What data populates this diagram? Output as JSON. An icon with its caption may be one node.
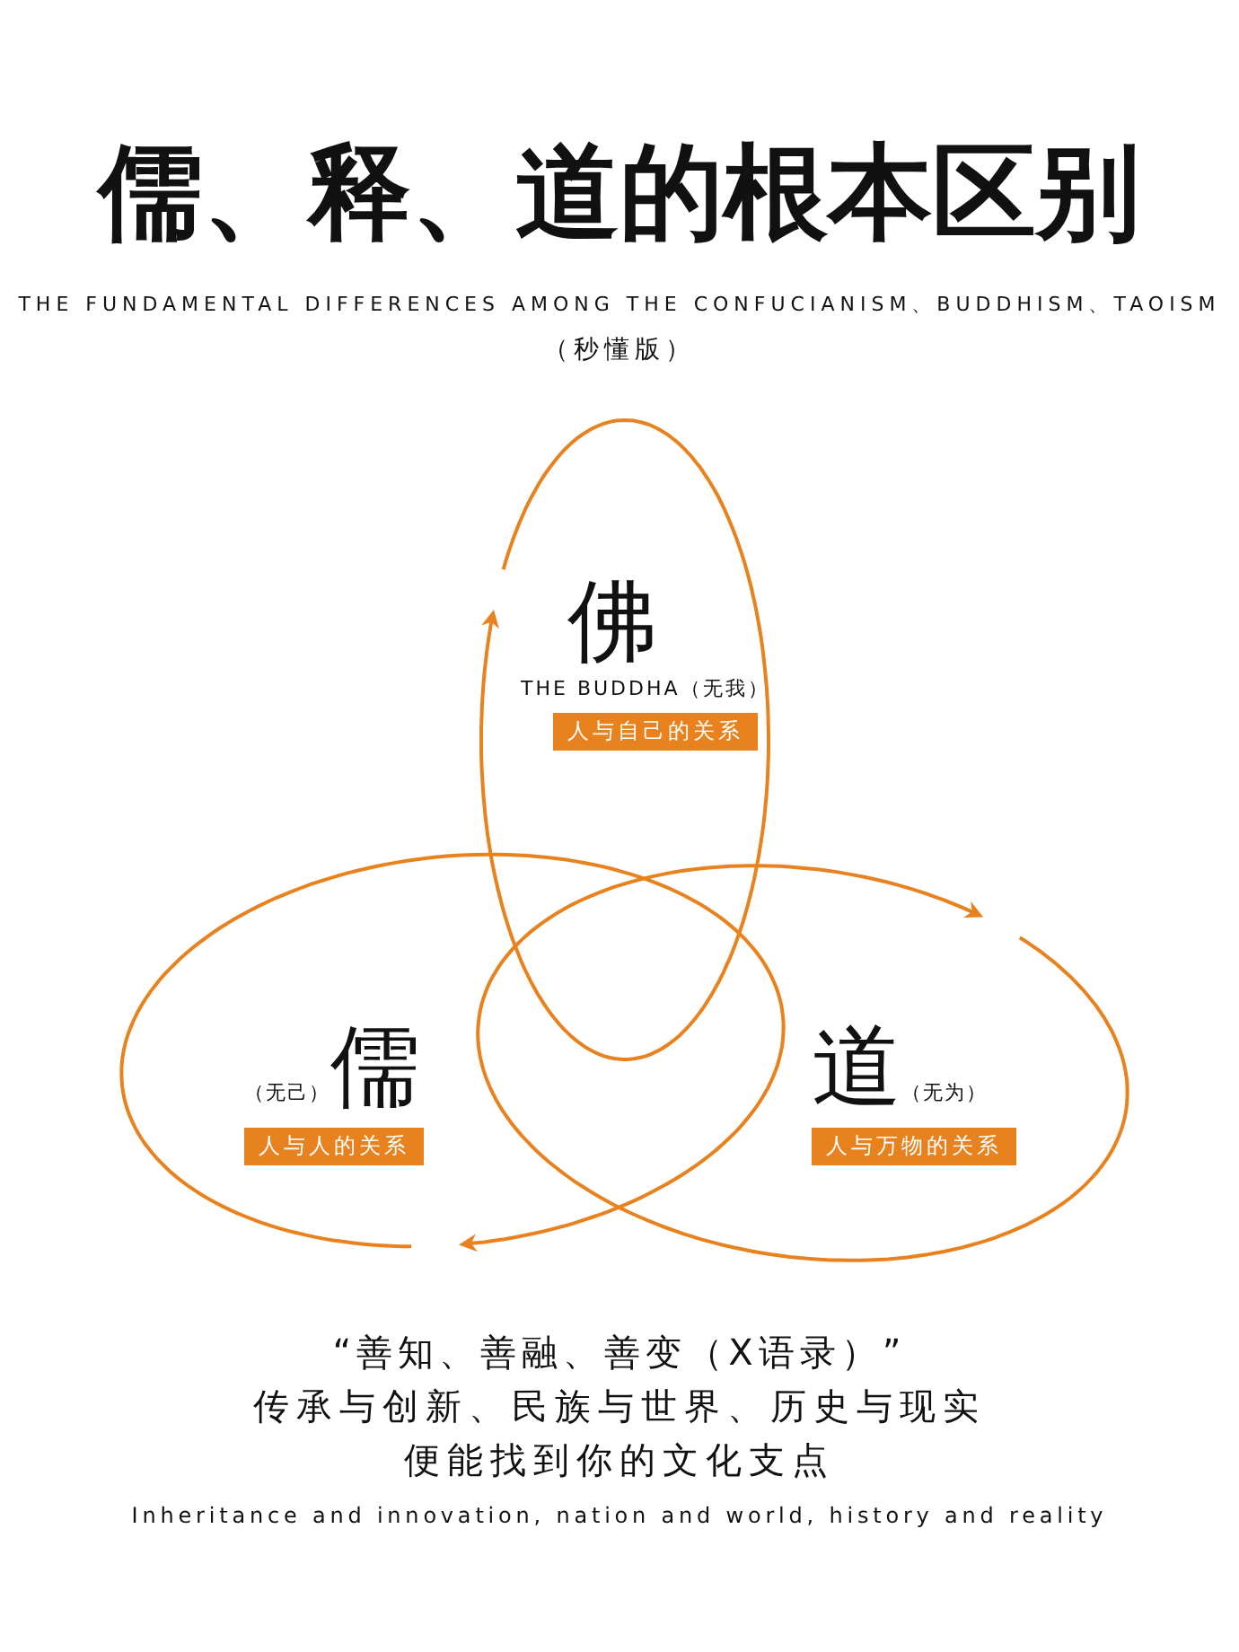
{
  "diagram": {
    "title": "儒、释、道的根本区别",
    "nodes": [
      {
        "text": [
          "佛",
          "THE BUDDHA（无我）",
          "人与自己的关系"
        ]
      },
      {
        "text": [
          "（无己）",
          "儒",
          "人与人的关系"
        ]
      },
      {
        "text": [
          "道",
          "（无为）",
          "人与万物的关系"
        ]
      }
    ],
    "labels": [
      "THE FUNDAMENTAL DIFFERENCES AMONG THE CONFUCIANISM、BUDDHISM、TAOISM",
      "（秒懂版）",
      "“善知、善融、善变（X语录）”",
      "传承与创新、民族与世界、历史与现实",
      "便能找到你的文化支点",
      "Inheritance and innovation, nation and world, history and reality"
    ]
  }
}
